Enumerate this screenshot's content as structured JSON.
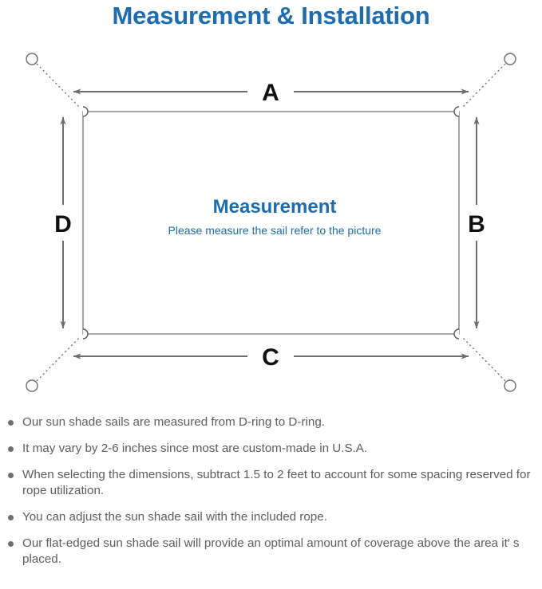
{
  "page": {
    "title": "Measurement & Installation",
    "title_color": "#1b6cb0",
    "background_color": "#ffffff"
  },
  "diagram": {
    "name": "sun-shade-sail-measurement-diagram",
    "sail": {
      "label": "Measurement",
      "sublabel": "Please measure the sail refer to the picture",
      "label_color": "#1b6cb0",
      "edge_color": "#8a8a8a"
    },
    "dimension_labels": {
      "top": "A",
      "right": "B",
      "bottom": "C",
      "left": "D"
    },
    "dimension_label_color": "#111111",
    "arrow_color": "#6e6e6e",
    "anchor_points": [
      {
        "name": "anchor-top-left",
        "position": "top-left"
      },
      {
        "name": "anchor-top-right",
        "position": "top-right"
      },
      {
        "name": "anchor-bottom-left",
        "position": "bottom-left"
      },
      {
        "name": "anchor-bottom-right",
        "position": "bottom-right"
      }
    ],
    "d_rings": [
      {
        "name": "d-ring-top-left",
        "position": "top-left"
      },
      {
        "name": "d-ring-top-right",
        "position": "top-right"
      },
      {
        "name": "d-ring-bottom-left",
        "position": "bottom-left"
      },
      {
        "name": "d-ring-bottom-right",
        "position": "bottom-right"
      }
    ]
  },
  "notes": {
    "text_color": "#5d5d5d",
    "items": [
      "Our sun shade sails are measured from D-ring to D-ring.",
      "It may vary by 2-6 inches since most are custom-made in U.S.A.",
      "When selecting the dimensions, subtract 1.5 to 2 feet to account for some spacing reserved for rope utilization.",
      "You can adjust the sun shade sail with the included rope.",
      "Our flat-edged sun shade sail will provide an optimal amount of coverage above the area it′ s placed."
    ]
  }
}
